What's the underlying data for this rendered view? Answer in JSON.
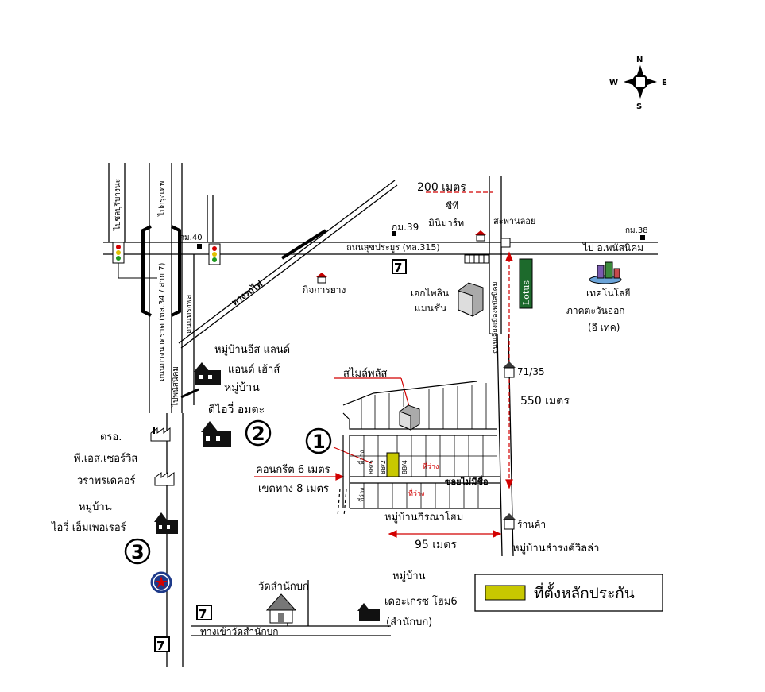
{
  "compass": {
    "n": "N",
    "s": "S",
    "e": "E",
    "w": "W"
  },
  "roads": {
    "left_road_1": "ไปชลบุรีบางนะ",
    "left_road_2": "ไปกรุงเทพ",
    "left_road_3": "ถนนบางนาตราด (ทล.34 / สาย 7)",
    "left_road_4": "ถนนทรงพล",
    "left_road_5": "ไปพนัสนิคม",
    "main_road": "ถนนสุขประยูร (ทล.315)",
    "km40": "กม.40",
    "km39": "กม.39",
    "km38": "กม.38",
    "railway": "ทางรถไฟ",
    "right_vert_road": "ถนนเลี่ยงเมืองพนัสนิคม",
    "bridge": "สะพานลอย",
    "to_phanat": "ไป อ.พนัสนิคม",
    "soi": "ซอยไม่มีชื่อ",
    "temple_road": "ทางเข้าวัดสำนักบก"
  },
  "distances": {
    "d200": "200 เมตร",
    "d550": "550 เมตร",
    "d95": "95 เมตร",
    "concrete": "คอนกรีต 6 เมตร",
    "setback": "เขตทาง 8 เมตร"
  },
  "places": {
    "ct_name": "ซีที",
    "ct_desc": "มินิมาร์ท",
    "rubber": "กิจการยาง",
    "aek_1": "เอกไพลิน",
    "aek_2": "แมนชั่น",
    "techno_1": "เทคโนโลยี",
    "techno_2": "ภาคตะวันออก",
    "techno_3": "(อี เทค)",
    "smile": "สไมล์พลัส",
    "house_7135": "71/35",
    "shop": "ร้านค้า",
    "village_east_1": "หมู่บ้านอีส แลนด์",
    "village_east_2": "แอนด์ เฮ้าส์",
    "village_amata_1": "หมู่บ้าน",
    "village_amata_2": "ดิไอวี่ อมตะ",
    "crs_1": "ตรอ.",
    "crs_2": "พี.เอส.เซอร์วิส",
    "warapon": "วราพรเดคอร์",
    "empire_1": "หมู่บ้าน",
    "empire_2": "ไอวี่ เอ็มเพอเรอร์",
    "kirana": "หมู่บ้านกิรณาโฮม",
    "thanarong": "หมู่บ้านธำรงค์วิลล่า",
    "temple": "วัดสำนักบก",
    "decor_1": "หมู่บ้าน",
    "decor_2": "เดอะเกรซ โฮม6",
    "decor_3": "(สำนักบก)",
    "lotus": "Lotus",
    "plot_left": "88/5",
    "plot_mid": "88/2",
    "plot_right": "88/4",
    "empty_1": "ที่ว่าง",
    "empty_2": "ที่ว่าง",
    "empty_3": "ที่ว่าง",
    "empty_4": "ที่ว่าง"
  },
  "markers": {
    "m1": "1",
    "m2": "2",
    "m3": "3"
  },
  "legend": {
    "label": "ที่ตั้งหลักประกัน",
    "swatch_color": "#c8c800"
  },
  "colors": {
    "red_line": "#d20000",
    "lotus_green": "#1d6a2c"
  }
}
